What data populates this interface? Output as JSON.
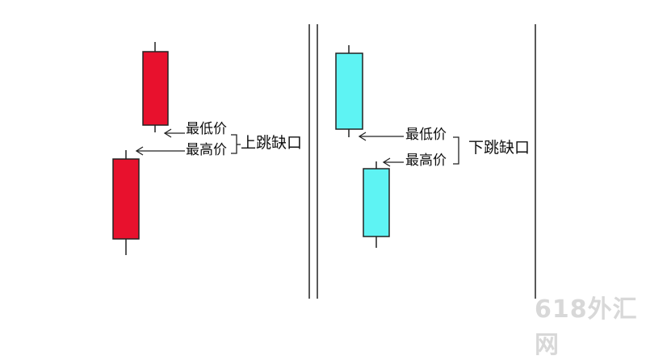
{
  "colors": {
    "up_candle": "#e8112d",
    "down_candle": "#5ef3f3",
    "line": "#222222"
  },
  "left_panel": {
    "low_label": "最低价",
    "high_label": "最高价",
    "gap_label": "上跳缺口"
  },
  "right_panel": {
    "low_label": "最低价",
    "high_label": "最高价",
    "gap_label": "下跳缺口"
  },
  "watermark": "618外汇网"
}
